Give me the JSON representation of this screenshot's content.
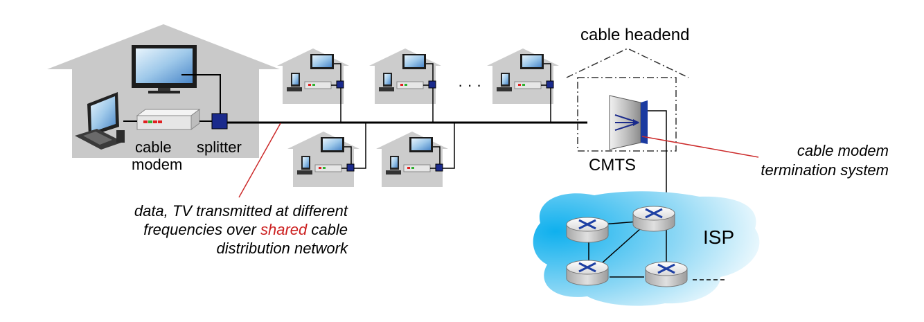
{
  "labels": {
    "cable_headend": "cable headend",
    "cable_modem_line1": "cable",
    "cable_modem_line2": "modem",
    "splitter": "splitter",
    "cmts": "CMTS",
    "isp": "ISP",
    "ellipsis": "· · ·",
    "cmts_desc_line1": "cable modem",
    "cmts_desc_line2": "termination system",
    "shared_line1": "data, TV transmitted at different",
    "shared_line2_pre": "frequencies over ",
    "shared_line2_emph": "shared",
    "shared_line2_post": " cable",
    "shared_line3": "distribution network"
  },
  "colors": {
    "house": "#c7c7c7",
    "cable": "#000000",
    "splitter": "#1a2a8c",
    "callout_line": "#cc2a2a",
    "emphasis_text": "#cc1f1f",
    "isp_cloud": "#2fb7ec",
    "router_arrows": "#1d3fa3"
  },
  "icons": {
    "tv": "monitor-icon",
    "computer": "desktop-computer-icon",
    "modem": "cable-modem-icon",
    "splitter": "splitter-icon",
    "cmts": "cmts-icon",
    "router": "router-icon"
  }
}
